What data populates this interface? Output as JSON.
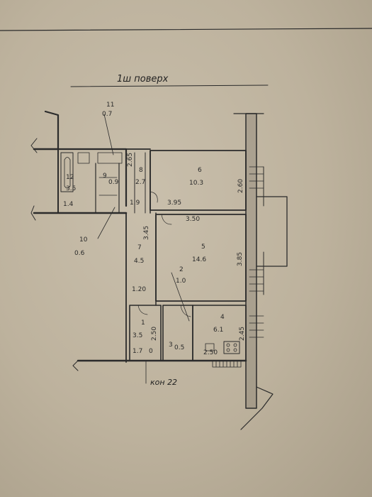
{
  "title": "1ш поверх",
  "address": "кон 22",
  "rooms": [
    {
      "id": "1",
      "area": "3.5"
    },
    {
      "id": "2",
      "area": "1.0"
    },
    {
      "id": "3",
      "area": "0.5"
    },
    {
      "id": "4",
      "area": "6.1"
    },
    {
      "id": "5",
      "area": "14.6"
    },
    {
      "id": "6",
      "area": "10.3"
    },
    {
      "id": "7",
      "area": "4.5"
    },
    {
      "id": "8",
      "area": "2.7"
    },
    {
      "id": "9",
      "area": "0.9"
    },
    {
      "id": "10",
      "area": "0.6"
    },
    {
      "id": "11",
      "area": "0.7"
    },
    {
      "id": "12",
      "area": "3.5"
    }
  ],
  "dimensions": {
    "d_265": "2.65",
    "d_260": "2.60",
    "d_395": "3.95",
    "d_19": "1.9",
    "d_350": "3.50",
    "d_345": "3.45",
    "d_385": "3.85",
    "d_120": "1.20",
    "d_250a": "2.50",
    "d_250b": "2.50",
    "d_245": "2.45",
    "d_14": "1.4",
    "d_17": "1.7",
    "d_0": "0"
  }
}
